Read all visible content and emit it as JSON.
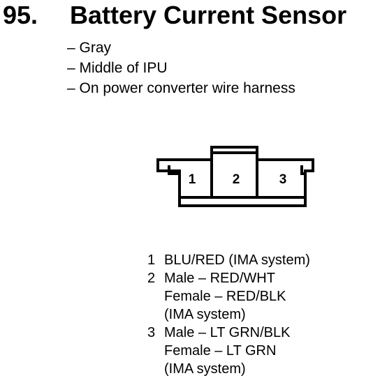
{
  "header": {
    "number": "95.",
    "title": "Battery Current Sensor"
  },
  "notes": [
    "– Gray",
    "– Middle of IPU",
    "– On power converter wire harness"
  ],
  "connector": {
    "pins": [
      "1",
      "2",
      "3"
    ]
  },
  "pin_descriptions": [
    {
      "number": "1",
      "lines": [
        "BLU/RED (IMA system)"
      ]
    },
    {
      "number": "2",
      "lines": [
        "Male – RED/WHT",
        "Female – RED/BLK",
        "(IMA system)"
      ]
    },
    {
      "number": "3",
      "lines": [
        "Male – LT GRN/BLK",
        "Female – LT GRN",
        "(IMA system)"
      ]
    }
  ]
}
